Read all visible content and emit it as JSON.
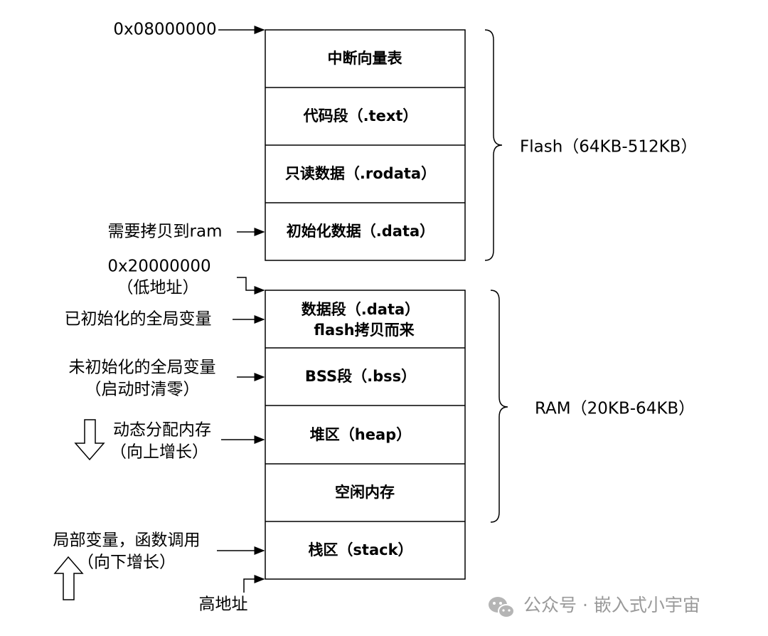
{
  "flash_cells": [
    "中断向量表",
    "代码段（.text）",
    "只读数据（.rodata）",
    "初始化数据（.data）"
  ],
  "ram_cells": [
    {
      "line1": "数据段（.data）",
      "line2": "flash拷贝而来"
    },
    {
      "line1": "BSS段（.bss）",
      "line2": ""
    },
    {
      "line1": "堆区（heap）",
      "line2": ""
    },
    {
      "line1": "空闲内存",
      "line2": ""
    },
    {
      "line1": "栈区（stack）",
      "line2": ""
    }
  ],
  "flash_range_label": "Flash（64KB-512KB）",
  "ram_range_label": "RAM（20KB-64KB）",
  "left_labels": {
    "flash_start_addr": "0x08000000",
    "copy_to_ram": "需要拷贝到ram",
    "ram_start_addr": "0x20000000",
    "ram_start_note": "（低地址）",
    "init_globals": "已初始化的全局变量",
    "uninit_globals": "未初始化的全局变量",
    "uninit_note": "（启动时清零）",
    "dynamic_alloc": "动态分配内存",
    "heap_growth": "（向上增长）",
    "stack_usage": "局部变量，函数调用",
    "stack_growth": "（向下增长）",
    "high_addr": "高地址"
  },
  "watermark": "公众号 · 嵌入式小宇宙"
}
